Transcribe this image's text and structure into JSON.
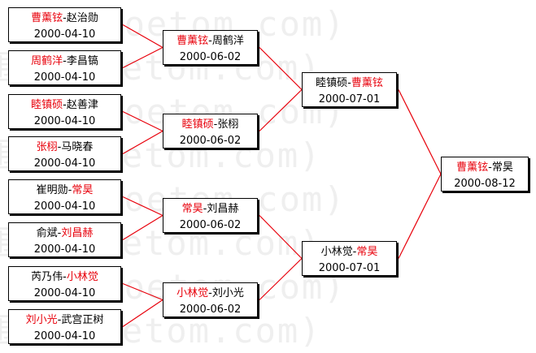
{
  "watermark": "围棋(hoetom.com)",
  "rounds": [
    [
      {
        "p1": "曹薰铉",
        "p2": "赵治勋",
        "winner": 1,
        "date": "2000-04-10"
      },
      {
        "p1": "周鹤洋",
        "p2": "李昌镐",
        "winner": 1,
        "date": "2000-04-10"
      },
      {
        "p1": "睦镇硕",
        "p2": "赵善津",
        "winner": 1,
        "date": "2000-04-10"
      },
      {
        "p1": "张栩",
        "p2": "马晓春",
        "winner": 1,
        "date": "2000-04-10"
      },
      {
        "p1": "崔明勋",
        "p2": "常昊",
        "winner": 2,
        "date": "2000-04-10"
      },
      {
        "p1": "俞斌",
        "p2": "刘昌赫",
        "winner": 2,
        "date": "2000-04-10"
      },
      {
        "p1": "芮乃伟",
        "p2": "小林觉",
        "winner": 2,
        "date": "2000-04-10"
      },
      {
        "p1": "刘小光",
        "p2": "武宫正树",
        "winner": 1,
        "date": "2000-04-10"
      }
    ],
    [
      {
        "p1": "曹薰铉",
        "p2": "周鹤洋",
        "winner": 1,
        "date": "2000-06-02"
      },
      {
        "p1": "睦镇硕",
        "p2": "张栩",
        "winner": 1,
        "date": "2000-06-02"
      },
      {
        "p1": "常昊",
        "p2": "刘昌赫",
        "winner": 1,
        "date": "2000-06-02"
      },
      {
        "p1": "小林觉",
        "p2": "刘小光",
        "winner": 1,
        "date": "2000-06-02"
      }
    ],
    [
      {
        "p1": "睦镇硕",
        "p2": "曹薰铉",
        "winner": 2,
        "date": "2000-07-01"
      },
      {
        "p1": "小林觉",
        "p2": "常昊",
        "winner": 2,
        "date": "2000-07-01"
      }
    ],
    [
      {
        "p1": "曹薰铉",
        "p2": "常昊",
        "winner": 1,
        "date": "2000-08-12"
      }
    ]
  ],
  "colors": {
    "winner": "#e8000b",
    "connector": "#e8000b",
    "border": "#000000"
  }
}
